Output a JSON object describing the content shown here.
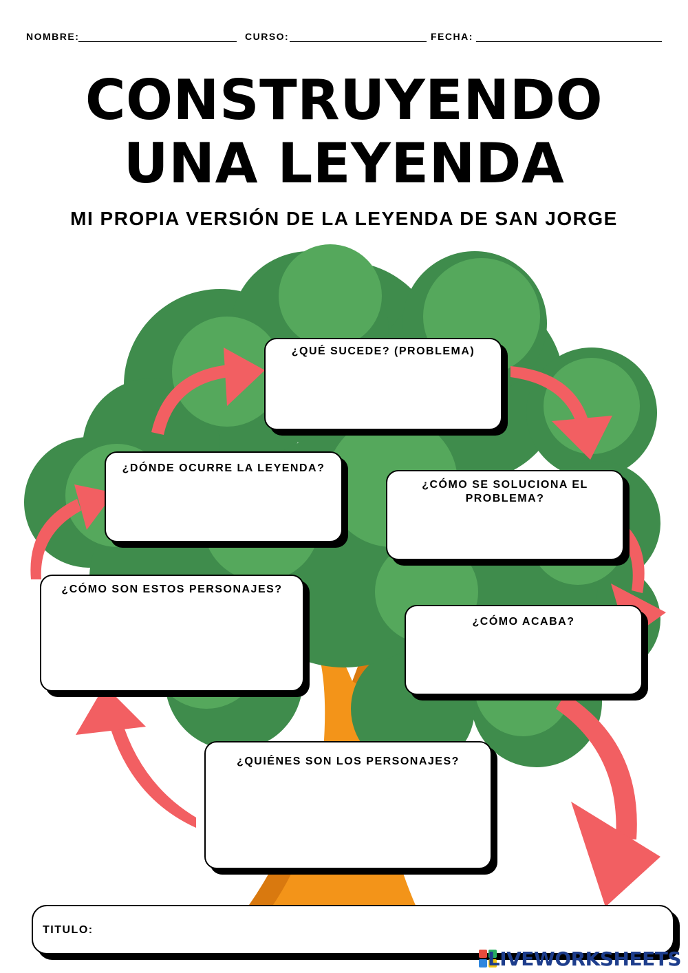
{
  "header": {
    "nombre_label": "NOMBRE:",
    "curso_label": "CURSO:",
    "fecha_label": "FECHA:"
  },
  "title": {
    "line1": "CONSTRUYENDO",
    "line2": "UNA LEYENDA"
  },
  "subtitle": "MI PROPIA VERSIÓN DE LA LEYENDA DE SAN JORGE",
  "boxes": {
    "que_sucede": "¿QUÉ SUCEDE? (PROBLEMA)",
    "donde": "¿DÓNDE OCURRE LA LEYENDA?",
    "como_soluciona": "¿CÓMO SE SOLUCIONA EL PROBLEMA?",
    "como_son": "¿CÓMO SON ESTOS PERSONAJES?",
    "como_acaba": "¿CÓMO ACABA?",
    "quienes": "¿QUIÉNES SON LOS PERSONAJES?"
  },
  "titulo_label": "TITULO:",
  "brand": "LIVEWORKSHEETS",
  "colors": {
    "tree_dark": "#3f8c4c",
    "tree_light": "#55a85c",
    "trunk": "#f39419",
    "trunk_dark": "#d9790f",
    "arrow": "#f25f62"
  }
}
